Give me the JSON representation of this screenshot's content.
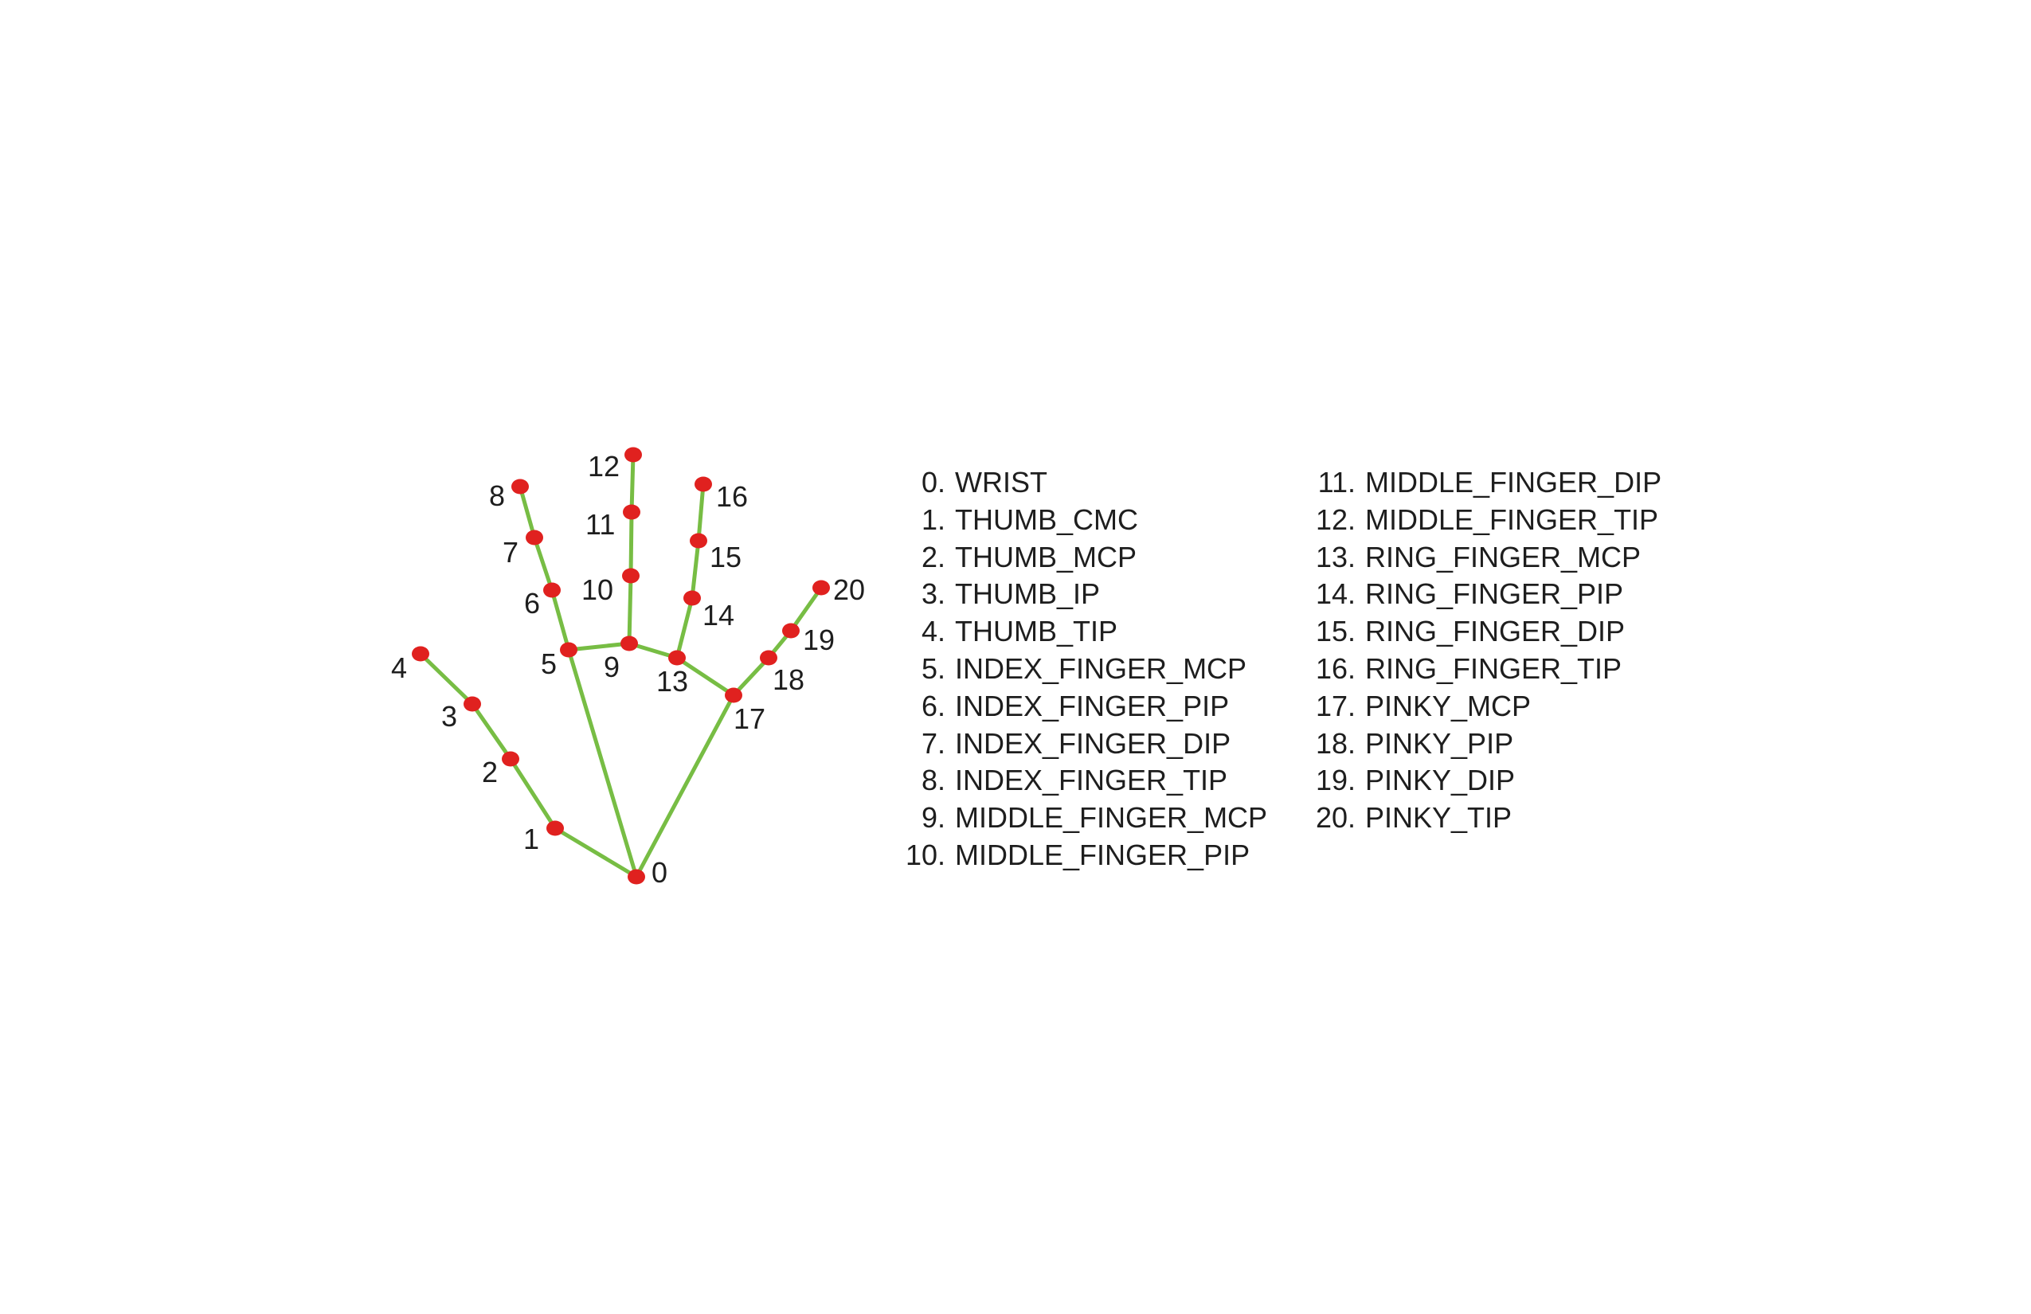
{
  "colors": {
    "bone": "#77bd44",
    "joint": "#e0211f",
    "text": "#1e1e1e",
    "background": "#ffffff"
  },
  "landmarks": [
    {
      "id": "0",
      "name": "WRIST"
    },
    {
      "id": "1",
      "name": "THUMB_CMC"
    },
    {
      "id": "2",
      "name": "THUMB_MCP"
    },
    {
      "id": "3",
      "name": "THUMB_IP"
    },
    {
      "id": "4",
      "name": "THUMB_TIP"
    },
    {
      "id": "5",
      "name": "INDEX_FINGER_MCP"
    },
    {
      "id": "6",
      "name": "INDEX_FINGER_PIP"
    },
    {
      "id": "7",
      "name": "INDEX_FINGER_DIP"
    },
    {
      "id": "8",
      "name": "INDEX_FINGER_TIP"
    },
    {
      "id": "9",
      "name": "MIDDLE_FINGER_MCP"
    },
    {
      "id": "10",
      "name": "MIDDLE_FINGER_PIP"
    },
    {
      "id": "11",
      "name": "MIDDLE_FINGER_DIP"
    },
    {
      "id": "12",
      "name": "MIDDLE_FINGER_TIP"
    },
    {
      "id": "13",
      "name": "RING_FINGER_MCP"
    },
    {
      "id": "14",
      "name": "RING_FINGER_PIP"
    },
    {
      "id": "15",
      "name": "RING_FINGER_DIP"
    },
    {
      "id": "16",
      "name": "RING_FINGER_TIP"
    },
    {
      "id": "17",
      "name": "PINKY_MCP"
    },
    {
      "id": "18",
      "name": "PINKY_PIP"
    },
    {
      "id": "19",
      "name": "PINKY_DIP"
    },
    {
      "id": "20",
      "name": "PINKY_TIP"
    }
  ],
  "connections": [
    [
      "0",
      "1"
    ],
    [
      "1",
      "2"
    ],
    [
      "2",
      "3"
    ],
    [
      "3",
      "4"
    ],
    [
      "0",
      "5"
    ],
    [
      "5",
      "6"
    ],
    [
      "6",
      "7"
    ],
    [
      "7",
      "8"
    ],
    [
      "5",
      "9"
    ],
    [
      "9",
      "10"
    ],
    [
      "10",
      "11"
    ],
    [
      "11",
      "12"
    ],
    [
      "9",
      "13"
    ],
    [
      "13",
      "14"
    ],
    [
      "14",
      "15"
    ],
    [
      "15",
      "16"
    ],
    [
      "13",
      "17"
    ],
    [
      "17",
      "18"
    ],
    [
      "18",
      "19"
    ],
    [
      "19",
      "20"
    ],
    [
      "0",
      "17"
    ]
  ]
}
